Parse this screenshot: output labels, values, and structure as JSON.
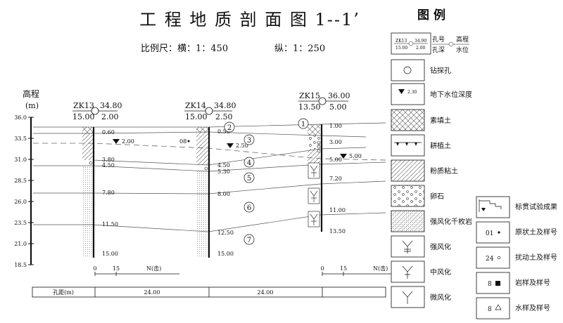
{
  "title": "工 程 地 质 剖 面 图 1--1’",
  "scale": {
    "text": "比例尺：横：1：450",
    "vertical": "纵：1：250"
  },
  "legend_title": "图  例",
  "elevation_axis": {
    "label": "高程",
    "unit": "(m)",
    "ticks": [
      "36.0",
      "33.5",
      "31.0",
      "28.5",
      "26.0",
      "23.5",
      "21.0",
      "18.5"
    ]
  },
  "boreholes": [
    {
      "id": "ZK13",
      "elevation": "34.80",
      "depth": "15.00",
      "water": "2.00",
      "layer_depths": [
        "0.60",
        "3.80",
        "4.50",
        "7.80",
        "11.50",
        "15.00"
      ]
    },
    {
      "id": "ZK14",
      "elevation": "34.80",
      "depth": "15.00",
      "water": "2.50",
      "layer_depths": [
        "0.50",
        "4.50",
        "5.30",
        "8.00",
        "12.50",
        "15.00"
      ]
    },
    {
      "id": "ZK15",
      "elevation": "36.00",
      "depth": "13.50",
      "water": "5.00",
      "layer_depths": [
        "1.00",
        "3.00",
        "5.00",
        "7.20",
        "11.00",
        "13.50"
      ]
    }
  ],
  "sample_label": "08",
  "layer_numbers": [
    "1",
    "2",
    "3",
    "4",
    "5",
    "6",
    "7"
  ],
  "spt_scales": [
    {
      "ticks": [
        "0",
        "15"
      ],
      "unit": "N(击)"
    },
    {
      "ticks": [
        "0",
        "15"
      ],
      "unit": "N(击)"
    }
  ],
  "spacing": {
    "label": "孔距(m)",
    "values": [
      "24.00",
      "24.00"
    ]
  },
  "legend": {
    "borehole_key": {
      "id": "ZK13",
      "depth": "15.00",
      "elev": "34.90",
      "water": "2.00",
      "label_id": "孔号",
      "label_depth": "孔深",
      "label_elev": "高程",
      "label_water": "水位"
    },
    "drill_hole": "钻探孔",
    "water_depth": {
      "label": "地下水位深度",
      "sample": "2.30"
    },
    "fill": "素填土",
    "planting": "耕植土",
    "silty_clay": "粉质粘土",
    "pebble": "卵石",
    "strong_phyllite": "强风化千枚岩",
    "strong": "强风化",
    "medium": "中风化",
    "slight": "微风化",
    "spt_result": "标贯试验成果",
    "undisturbed": {
      "code": "01",
      "label": "原状土及样号"
    },
    "disturbed": {
      "code": "24",
      "label": "扰动土及样号"
    },
    "rock": {
      "code": "8",
      "label": "岩样及样号"
    },
    "water_sample": {
      "code": "8",
      "label": "水样及样号"
    }
  }
}
